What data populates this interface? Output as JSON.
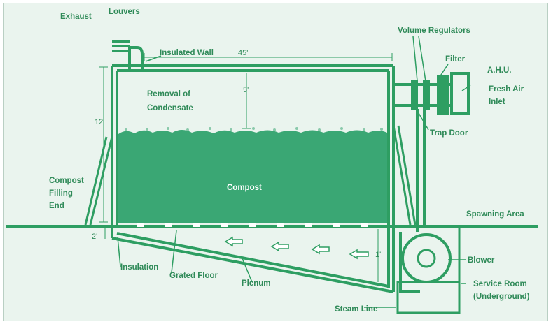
{
  "colors": {
    "line": "#2e9e62",
    "fill": "#3aa774",
    "background": "#eaf4ee",
    "text": "#2f8a58"
  },
  "labels": {
    "exhaust": "Exhaust",
    "louvers": "Louvers",
    "insulated_wall": "Insulated Wall",
    "volume_regulators": "Volume Regulators",
    "filter": "Filter",
    "ahu": "A.H.U.",
    "fresh_air_1": "Fresh Air",
    "fresh_air_2": "Inlet",
    "removal_1": "Removal of",
    "removal_2": "Condensate",
    "trap_door": "Trap Door",
    "compost": "Compost",
    "filling_1": "Compost",
    "filling_2": "Filling",
    "filling_3": "End",
    "spawning_area": "Spawning Area",
    "blower": "Blower",
    "insulation": "Insulation",
    "grated_floor": "Grated Floor",
    "plenum": "Plenum",
    "service_1": "Service Room",
    "service_2": "(Underground)",
    "steam_line": "Steam Line"
  },
  "dimensions": {
    "length": "45'",
    "height": "12'",
    "headspace": "5'",
    "plenum_left": "2'",
    "plenum_right": "1'"
  }
}
